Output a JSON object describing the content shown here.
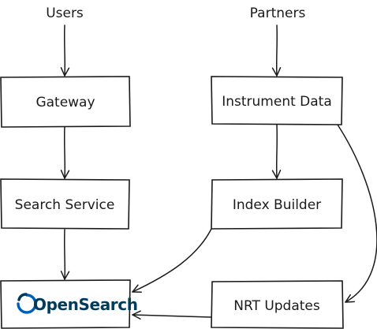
{
  "labels": {
    "users": "Users",
    "partners": "Partners"
  },
  "nodes": {
    "gateway": "Gateway",
    "instrument_data": "Instrument Data",
    "search_service": "Search Service",
    "index_builder": "Index Builder",
    "opensearch": "OpenSearch",
    "nrt_updates": "NRT Updates"
  },
  "colors": {
    "ink": "#1a1a1a",
    "opensearch_blue": "#005eb8",
    "opensearch_navy": "#003b5c"
  }
}
